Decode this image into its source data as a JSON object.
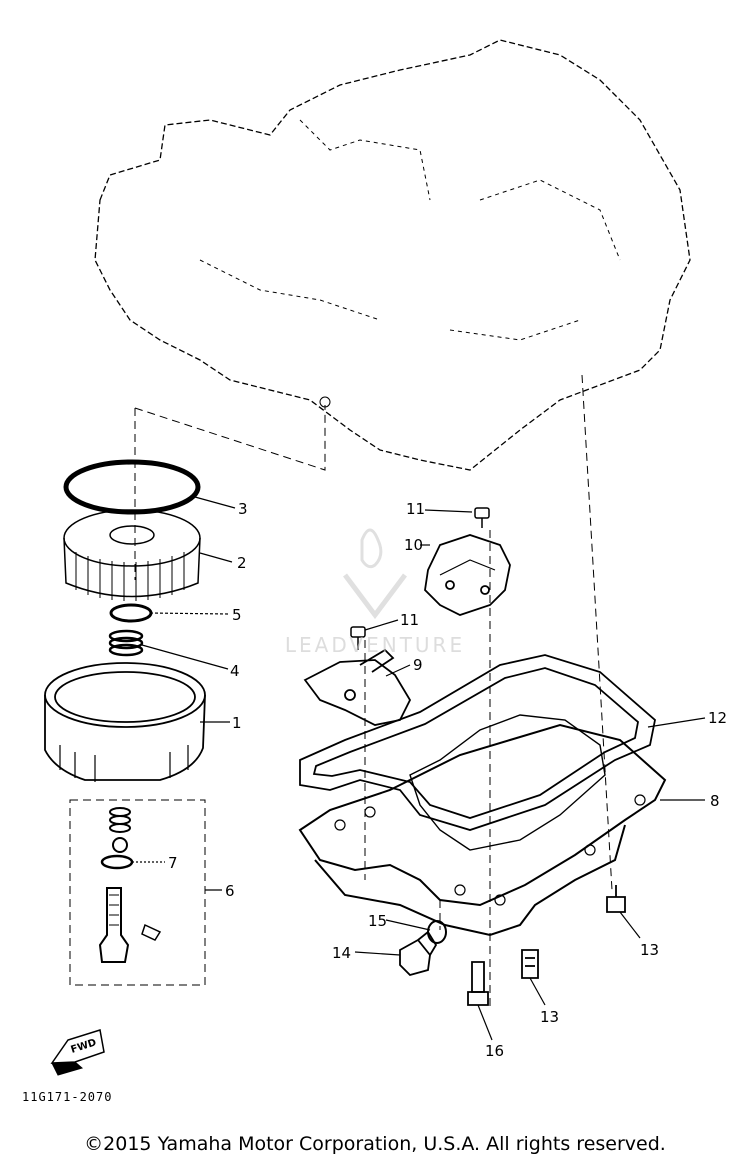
{
  "diagram": {
    "part_number_code": "11G171-2070",
    "fwd_label": "FWD",
    "watermark": "LEADVENTURE",
    "callouts": [
      {
        "id": "1",
        "label": "1"
      },
      {
        "id": "2",
        "label": "2"
      },
      {
        "id": "3",
        "label": "3"
      },
      {
        "id": "4",
        "label": "4"
      },
      {
        "id": "5",
        "label": "5"
      },
      {
        "id": "6",
        "label": "6"
      },
      {
        "id": "7",
        "label": "7"
      },
      {
        "id": "8",
        "label": "8"
      },
      {
        "id": "9",
        "label": "9"
      },
      {
        "id": "10",
        "label": "10"
      },
      {
        "id": "11a",
        "label": "11"
      },
      {
        "id": "11b",
        "label": "11"
      },
      {
        "id": "12",
        "label": "12"
      },
      {
        "id": "13a",
        "label": "13"
      },
      {
        "id": "13b",
        "label": "13"
      },
      {
        "id": "14",
        "label": "14"
      },
      {
        "id": "15",
        "label": "15"
      },
      {
        "id": "16",
        "label": "16"
      }
    ]
  },
  "footer": {
    "copyright": "©2015 Yamaha Motor Corporation, U.S.A. All rights reserved."
  }
}
